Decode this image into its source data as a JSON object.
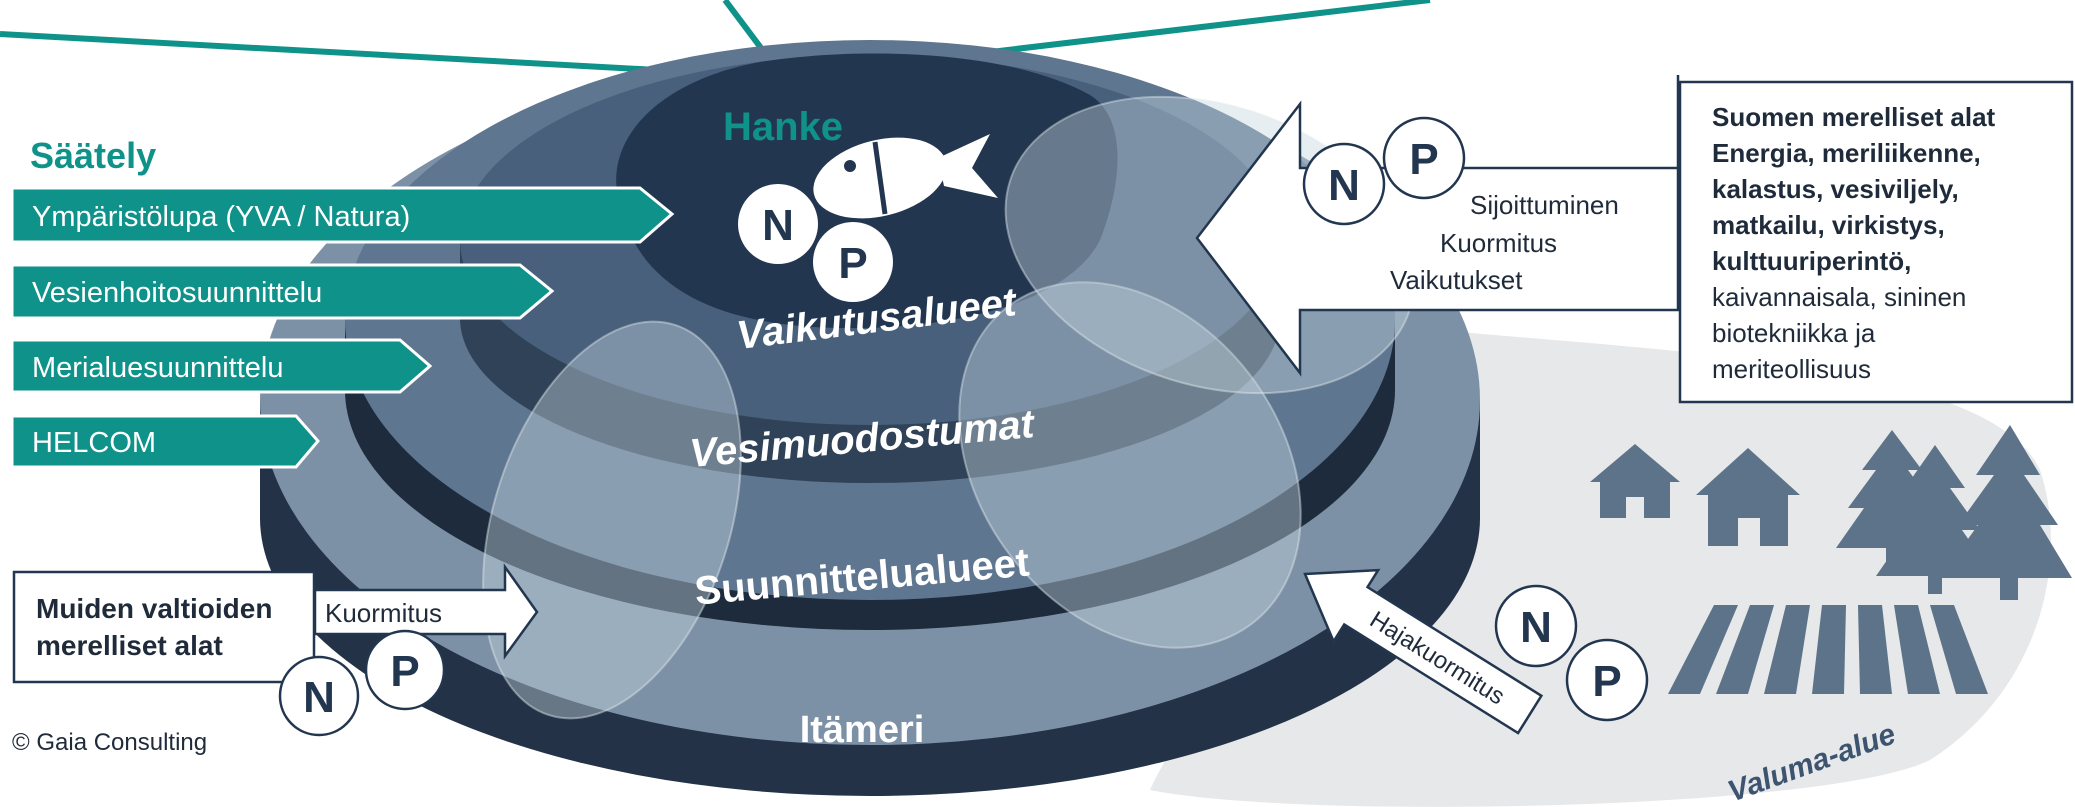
{
  "regulation": {
    "title": "Säätely",
    "items": [
      "Ympäristölupa (YVA / Natura)",
      "Vesienhoitosuunnittelu",
      "Merialuesuunnittelu",
      "HELCOM"
    ]
  },
  "layers": {
    "project": "Hanke",
    "impact_areas": "Vaikutusalueet",
    "water_bodies": "Vesimuodostumat",
    "planning_areas": "Suunnittelualueet",
    "baltic": "Itämeri"
  },
  "nutrients": {
    "n": "N",
    "p": "P"
  },
  "sectors": {
    "lines": [
      {
        "text": "Suomen merelliset alat",
        "bold": true
      },
      {
        "text": "Energia, meriliikenne,",
        "bold": true
      },
      {
        "text": "kalastus, vesiviljely,",
        "bold": true
      },
      {
        "text": "matkailu, virkistys,",
        "bold": true
      },
      {
        "text": "kulttuuriperintö,",
        "bold": true
      },
      {
        "text": "kaivannaisala, sininen",
        "bold": false
      },
      {
        "text": "biotekniikka ja",
        "bold": false
      },
      {
        "text": "meriteollisuus",
        "bold": false
      }
    ]
  },
  "pressures": {
    "siting": "Sijoittuminen",
    "load": "Kuormitus",
    "effects": "Vaikutukset"
  },
  "other_states": {
    "line1": "Muiden valtioiden",
    "line2": "merelliset alat",
    "load": "Kuormitus"
  },
  "diffuse": "Hajakuormitus",
  "catchment": "Valuma-alue",
  "copyright": "© Gaia Consulting",
  "colors": {
    "teal": "#0f9289",
    "navy": "#233650",
    "slate": "#3d5470",
    "steel": "#6b8199",
    "pale": "#e6e8ea",
    "land_icon": "#5d7389"
  },
  "icons": [
    "fish-icon",
    "house-icon",
    "tree-icon",
    "field-icon"
  ]
}
